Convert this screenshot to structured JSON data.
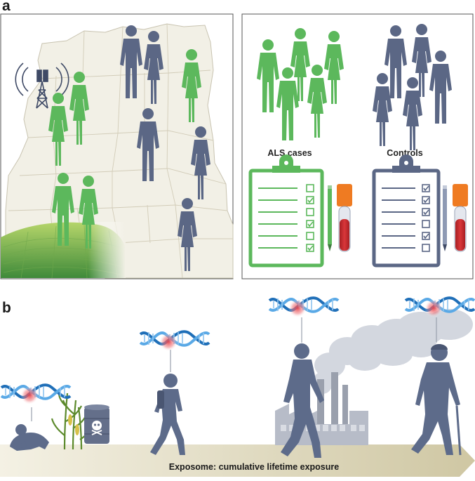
{
  "panels": {
    "a": "a",
    "b": "b"
  },
  "clipboards": {
    "cases_title": "ALS cases",
    "controls_title": "Controls"
  },
  "timeline": {
    "label": "Exposome: cumulative lifetime exposure"
  },
  "colors": {
    "case_green": "#5cb85c",
    "control_slate": "#5b6785",
    "silhouette": "#5d6b8a",
    "map_fill": "#f2f0e6",
    "dna_blue": "#3b8fd1",
    "dna_highlight": "#e8434b"
  },
  "icons": {
    "tower": "cell-tower-icon",
    "pencil": "pencil-icon",
    "blood_tube": "blood-tube-icon",
    "barrel": "toxic-barrel-icon",
    "factory": "factory-icon"
  }
}
